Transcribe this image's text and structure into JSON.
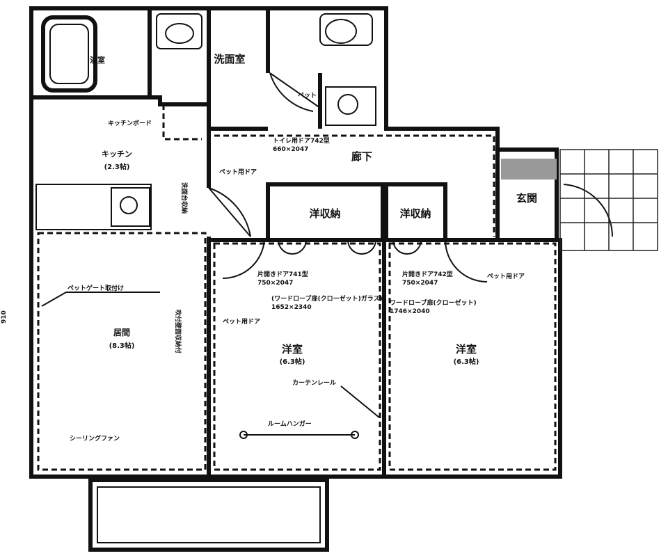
{
  "rooms": {
    "bath": "浴室",
    "washroom": "洗面室",
    "kitchen": {
      "name": "キッチン",
      "area": "(2.3帖)"
    },
    "hall": "廊下",
    "closet1": "洋収納",
    "closet2": "洋収納",
    "entrance": "玄関",
    "living": {
      "name": "居間",
      "area": "(8.3帖)"
    },
    "western1": {
      "name": "洋室",
      "area": "(6.3帖)"
    },
    "western2": {
      "name": "洋室",
      "area": "(6.3帖)"
    }
  },
  "notes": {
    "kitchen_board": "キッチンボード",
    "toilet_door": "トイレ用ドア742型",
    "toilet_door_size": "660×2047",
    "pet_door_hall": "ペット用ドア",
    "pet": "ペット",
    "storage_vertical": "洗面台収納",
    "closet_door1": "片開きドア741型",
    "closet_door1_size": "750×2047",
    "closet_door2": "片開きドア742型",
    "closet_door2_size": "750×2047",
    "pet_door_room2": "ペット用ドア",
    "pet_door_room1": "ペット用ドア",
    "wardrobe1": "(ワードローブ扉(クローゼット)ガラス)",
    "wardrobe1_size": "1652×2340",
    "wardrobe2": "ワードローブ扉(クローゼット)",
    "wardrobe2_size": "1746×2040",
    "pet_gate": "ペットゲート取付け",
    "living_wall": "吹付壁面収納付",
    "ceiling_fan": "シーリングファン",
    "curtain_rail": "カーテンレール",
    "room_hanger": "ルームハンガー",
    "dim_left": "910"
  }
}
